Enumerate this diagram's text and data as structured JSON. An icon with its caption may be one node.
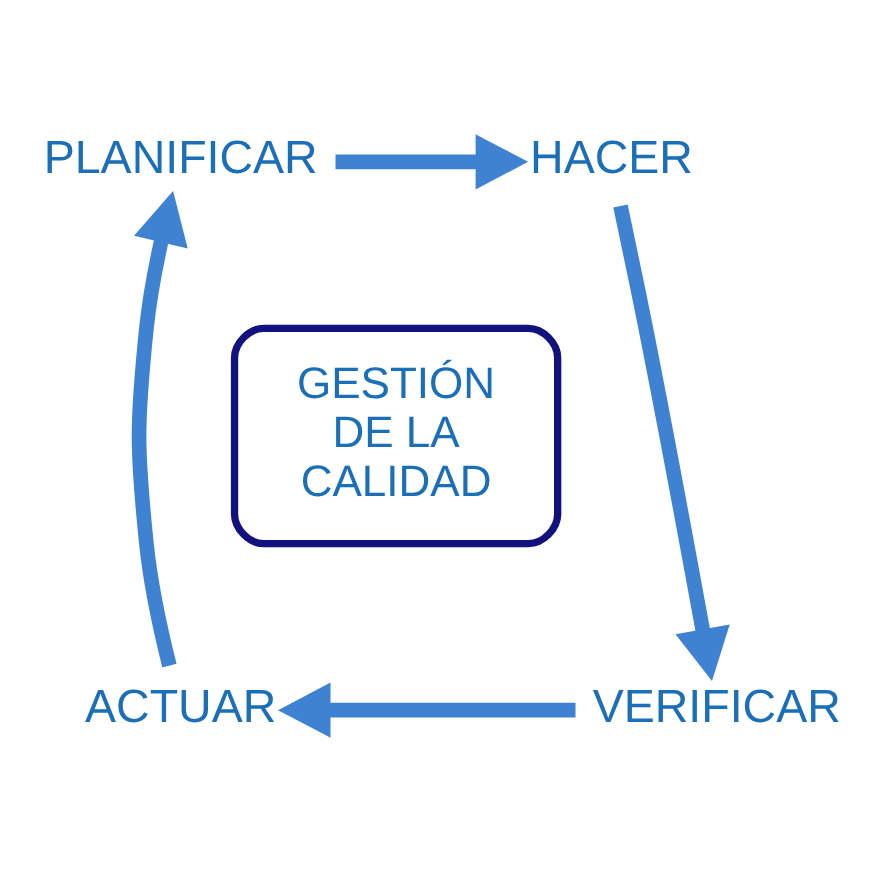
{
  "diagram": {
    "nodes": [
      {
        "text": [
          "PLANIFICAR"
        ]
      },
      {
        "text": [
          "HACER"
        ]
      },
      {
        "text": [
          "GESTIÓN DE LA CALIDAD"
        ]
      },
      {
        "text": [
          "ACTUAR"
        ]
      },
      {
        "text": [
          "VERIFICAR"
        ]
      }
    ],
    "edges": [
      {
        "from": 0,
        "to": 1,
        "arrow": "to"
      },
      {
        "from": 1,
        "to": 4,
        "arrow": "to"
      },
      {
        "from": 4,
        "to": 3,
        "arrow": "to"
      },
      {
        "from": 3,
        "to": 0,
        "arrow": "to"
      }
    ]
  }
}
